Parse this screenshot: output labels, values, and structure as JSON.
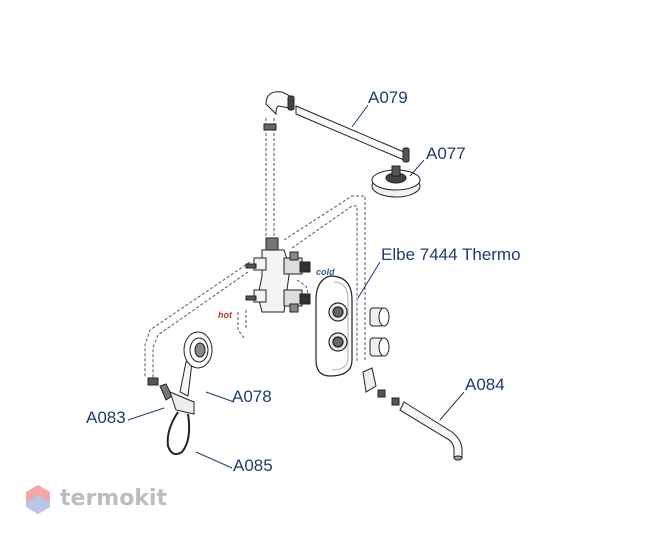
{
  "labels": {
    "a079": "A079",
    "a077": "A077",
    "mixer": "Elbe 7444 Thermo",
    "a078": "A078",
    "a083": "A083",
    "a084": "A084",
    "a085": "A085",
    "cold": "cold",
    "hot": "hot"
  },
  "logo": {
    "text": "termokit"
  },
  "colors": {
    "label": "#1f3c6e",
    "cold": "#2b5d9c",
    "hot": "#c0392b",
    "line": "#222222",
    "dashed": "#555555",
    "logo_hex": "#f2a7a5",
    "logo_text": "#b9bcc1"
  }
}
